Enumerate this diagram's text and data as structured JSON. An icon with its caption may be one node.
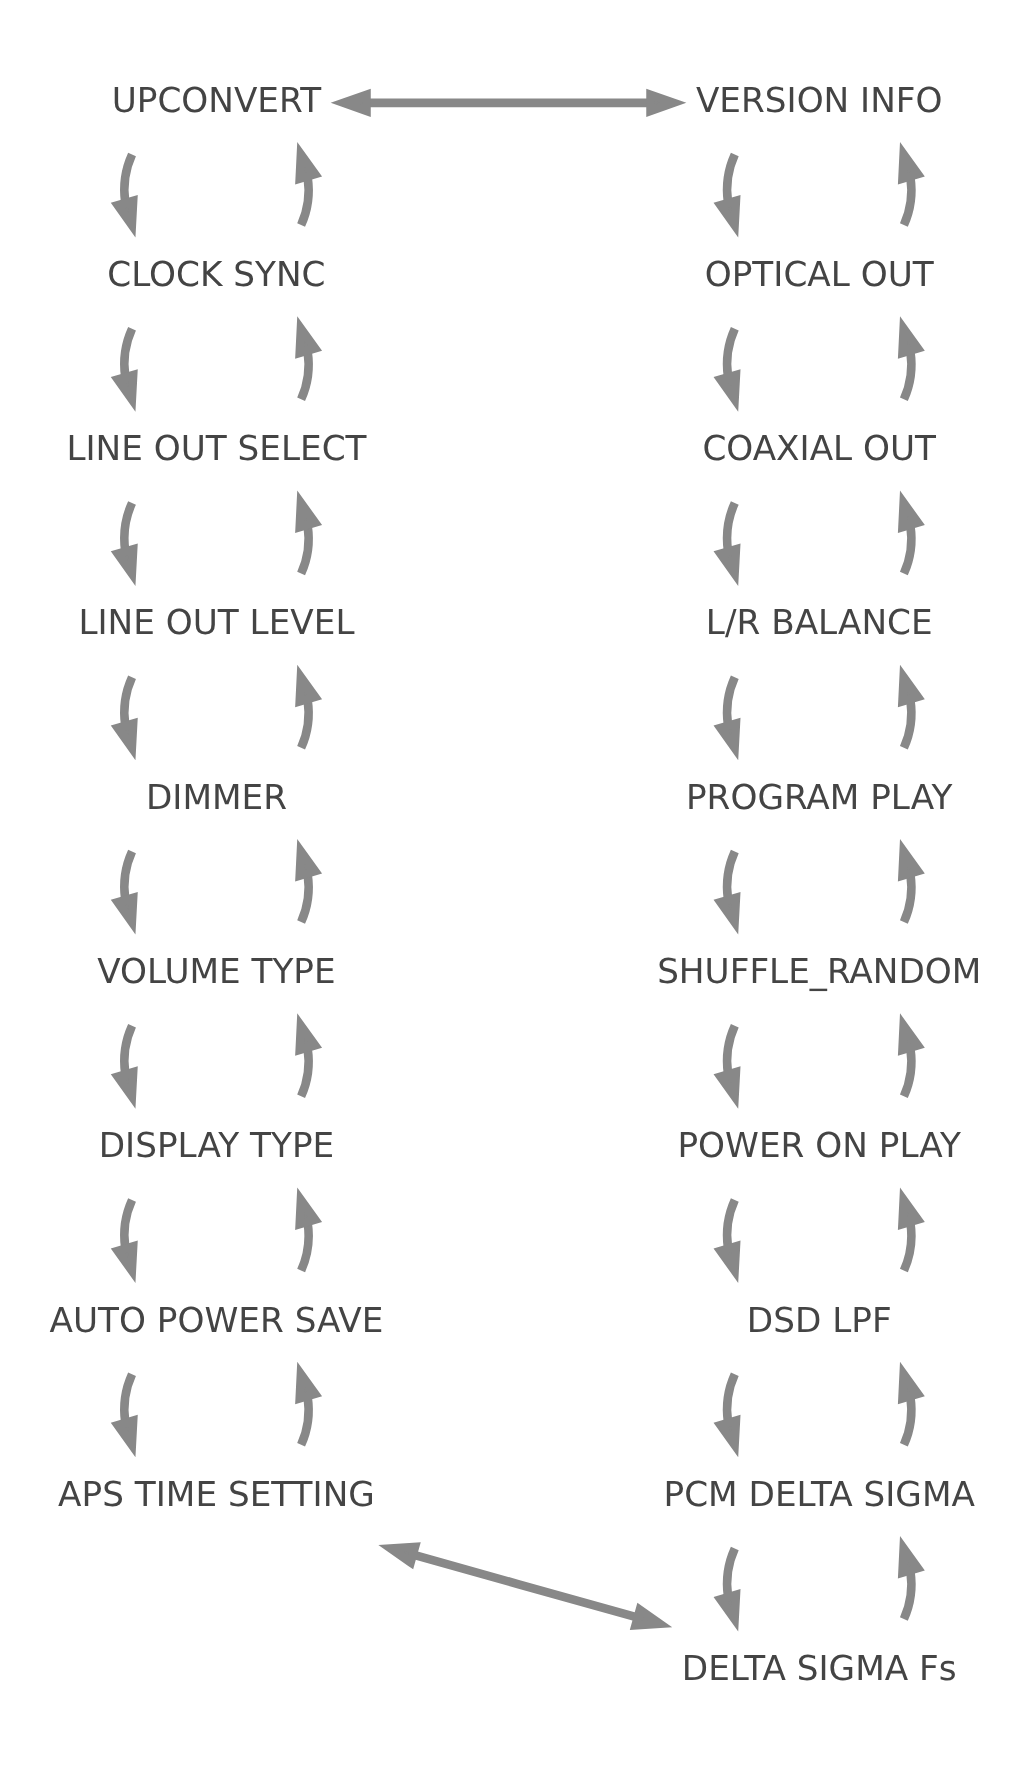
{
  "diagram": {
    "nodes": [
      {
        "text": [
          "UPCONVERT"
        ]
      },
      {
        "text": [
          "CLOCK SYNC"
        ]
      },
      {
        "text": [
          "LINE OUT SELECT"
        ]
      },
      {
        "text": [
          "LINE OUT LEVEL"
        ]
      },
      {
        "text": [
          "DIMMER"
        ]
      },
      {
        "text": [
          "VOLUME TYPE"
        ]
      },
      {
        "text": [
          "DISPLAY TYPE"
        ]
      },
      {
        "text": [
          "AUTO POWER SAVE"
        ]
      },
      {
        "text": [
          "APS TIME SETTING"
        ]
      },
      {
        "text": [
          "VERSION INFO"
        ]
      },
      {
        "text": [
          "OPTICAL OUT"
        ]
      },
      {
        "text": [
          "COAXIAL OUT"
        ]
      },
      {
        "text": [
          "L/R BALANCE"
        ]
      },
      {
        "text": [
          "PROGRAM PLAY"
        ]
      },
      {
        "text": [
          "SHUFFLE_RANDOM"
        ]
      },
      {
        "text": [
          "POWER ON PLAY"
        ]
      },
      {
        "text": [
          "DSD LPF"
        ]
      },
      {
        "text": [
          "PCM DELTA SIGMA"
        ]
      },
      {
        "text": [
          "DELTA SIGMA Fs"
        ]
      }
    ],
    "edges": [
      {
        "from": 0,
        "to": 9,
        "arrow": "both"
      },
      {
        "from": 0,
        "to": 1,
        "arrow": "to"
      },
      {
        "from": 1,
        "to": 0,
        "arrow": "to"
      },
      {
        "from": 1,
        "to": 2,
        "arrow": "to"
      },
      {
        "from": 2,
        "to": 1,
        "arrow": "to"
      },
      {
        "from": 2,
        "to": 3,
        "arrow": "to"
      },
      {
        "from": 3,
        "to": 2,
        "arrow": "to"
      },
      {
        "from": 3,
        "to": 4,
        "arrow": "to"
      },
      {
        "from": 4,
        "to": 3,
        "arrow": "to"
      },
      {
        "from": 4,
        "to": 5,
        "arrow": "to"
      },
      {
        "from": 5,
        "to": 4,
        "arrow": "to"
      },
      {
        "from": 5,
        "to": 6,
        "arrow": "to"
      },
      {
        "from": 6,
        "to": 5,
        "arrow": "to"
      },
      {
        "from": 6,
        "to": 7,
        "arrow": "to"
      },
      {
        "from": 7,
        "to": 6,
        "arrow": "to"
      },
      {
        "from": 7,
        "to": 8,
        "arrow": "to"
      },
      {
        "from": 8,
        "to": 7,
        "arrow": "to"
      },
      {
        "from": 9,
        "to": 10,
        "arrow": "to"
      },
      {
        "from": 10,
        "to": 9,
        "arrow": "to"
      },
      {
        "from": 10,
        "to": 11,
        "arrow": "to"
      },
      {
        "from": 11,
        "to": 10,
        "arrow": "to"
      },
      {
        "from": 11,
        "to": 12,
        "arrow": "to"
      },
      {
        "from": 12,
        "to": 11,
        "arrow": "to"
      },
      {
        "from": 12,
        "to": 13,
        "arrow": "to"
      },
      {
        "from": 13,
        "to": 12,
        "arrow": "to"
      },
      {
        "from": 13,
        "to": 14,
        "arrow": "to"
      },
      {
        "from": 14,
        "to": 13,
        "arrow": "to"
      },
      {
        "from": 14,
        "to": 15,
        "arrow": "to"
      },
      {
        "from": 15,
        "to": 14,
        "arrow": "to"
      },
      {
        "from": 15,
        "to": 16,
        "arrow": "to"
      },
      {
        "from": 16,
        "to": 15,
        "arrow": "to"
      },
      {
        "from": 16,
        "to": 17,
        "arrow": "to"
      },
      {
        "from": 17,
        "to": 16,
        "arrow": "to"
      },
      {
        "from": 17,
        "to": 18,
        "arrow": "to"
      },
      {
        "from": 18,
        "to": 17,
        "arrow": "to"
      },
      {
        "from": 8,
        "to": 18,
        "arrow": "both"
      }
    ]
  }
}
